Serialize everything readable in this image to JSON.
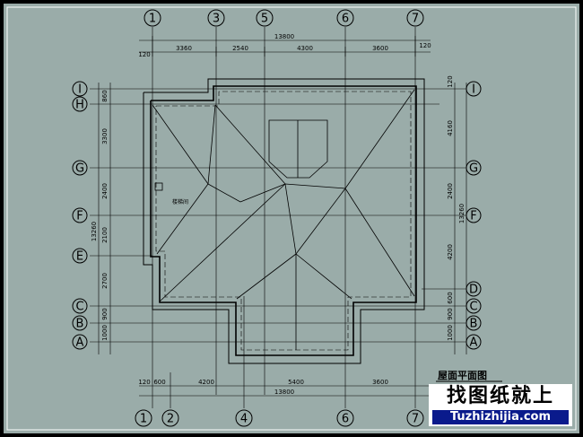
{
  "title": "屋面平面图",
  "room_label": "楼梯间",
  "watermark": {
    "brand_cn": "找图纸就上",
    "brand_url": "Tuzhizhijia.com"
  },
  "axes_top": [
    "1",
    "3",
    "5",
    "6",
    "7"
  ],
  "axes_bottom": [
    "1",
    "2",
    "4",
    "6",
    "7"
  ],
  "axes_left": [
    "I",
    "H",
    "G",
    "F",
    "E",
    "C",
    "B",
    "A"
  ],
  "axes_right": [
    "I",
    "G",
    "F",
    "D",
    "C",
    "B",
    "A"
  ],
  "dims_top": {
    "segments": [
      "3360",
      "2540",
      "4300",
      "3600"
    ],
    "total": "13800",
    "edge_left": "120",
    "edge_right": "120"
  },
  "dims_bottom": {
    "segments": [
      "4200",
      "5400",
      "3600"
    ],
    "total": "13800",
    "edge_left": "120",
    "edge_second": "600"
  },
  "dims_left": {
    "segments": [
      "860",
      "3300",
      "2400",
      "2100",
      "2700",
      "900",
      "1000"
    ],
    "total": "13260"
  },
  "dims_right": {
    "segments": [
      "4160",
      "2400",
      "4200",
      "600",
      "900",
      "1000"
    ],
    "total": "13260",
    "edge_top": "120"
  },
  "colors": {
    "sheet": "#9aaca9",
    "frame": "#ffffff",
    "lines": "#000000",
    "watermark_band": "#0a1a8c"
  }
}
